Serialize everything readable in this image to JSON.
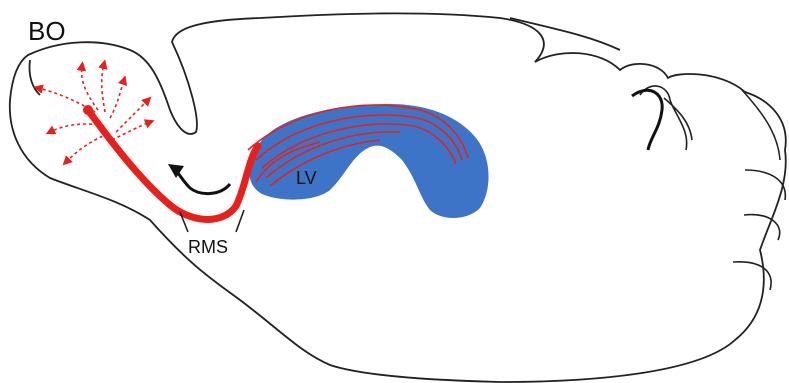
{
  "labels": {
    "bo": "BO",
    "lv": "LV",
    "rms": "RMS"
  },
  "colors": {
    "outline": "#222222",
    "ventricle": "#3d74c7",
    "migration": "#e8201c",
    "arrow": "#111111",
    "background": "#ffffff"
  },
  "icons": {
    "direction_arrow": "curved-arrow-icon"
  }
}
